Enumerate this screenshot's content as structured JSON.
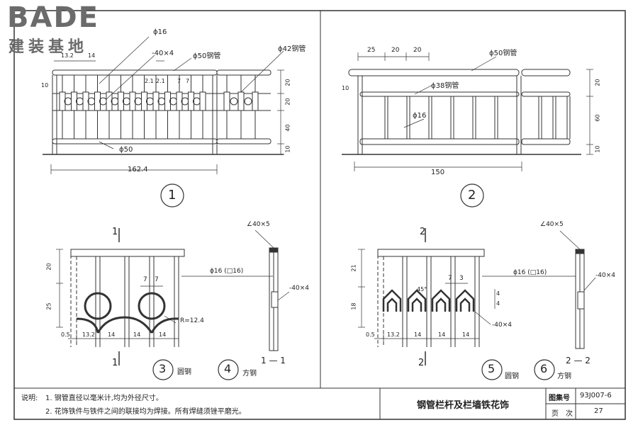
{
  "logo": {
    "brand": "BADE",
    "subtitle": "建装基地"
  },
  "panel1": {
    "label": "1",
    "dims": {
      "d_top": "ϕ16",
      "bar_top": "-40×4",
      "tube": "ϕ50钢管",
      "tube42": "ϕ42钢管",
      "top_spacing_a": "13.2",
      "top_spacing_b": "14",
      "gap_a": "2.1",
      "gap_b": "2.1",
      "gap_c": "7",
      "gap_d": "7",
      "bottom": "ϕ50",
      "width": "162.4",
      "h1": "10",
      "v1": "20",
      "v2": "20",
      "v3": "40",
      "v4": "10"
    }
  },
  "panel2": {
    "label": "2",
    "dims": {
      "s1": "25",
      "s2": "20",
      "s3": "20",
      "tube": "ϕ50钢管",
      "tube38": "ϕ38钢管",
      "rod": "ϕ16",
      "width": "150",
      "h1": "10",
      "v1": "20",
      "v2": "60",
      "v3": "10"
    }
  },
  "panel3": {
    "section_mark": "1",
    "section_mark_bottom": "1",
    "dims": {
      "h_top": "20",
      "h_mid": "25",
      "offset": "0.5",
      "w1": "13.2",
      "w2": "14",
      "w3": "14",
      "w4": "14",
      "gap1": "7",
      "gap2": "7",
      "radius": "R=12.4",
      "rod": "ϕ16 (□16)"
    },
    "num3": "3",
    "num3_text": "圆钢",
    "num4": "4",
    "num4_text": "方钢"
  },
  "panel4": {
    "angle": "∠40×5",
    "bar": "-40×4",
    "section": "1 — 1"
  },
  "panel5": {
    "section_mark": "2",
    "section_mark_bottom": "2",
    "dims": {
      "h_top": "21",
      "h_mid": "18",
      "offset": "0.5",
      "w1": "13.2",
      "w2": "14",
      "w3": "14",
      "w4": "14",
      "gap1": "7",
      "gap2": "3",
      "angle": "45°",
      "small1": "4",
      "small2": "4",
      "bar": "-40×4",
      "rod": "ϕ16 (□16)"
    },
    "num5": "5",
    "num5_text": "圆钢",
    "num6": "6",
    "num6_text": "方钢"
  },
  "panel6": {
    "angle": "∠40×5",
    "bar": "-40×4",
    "section": "2 — 2"
  },
  "notes": {
    "label": "说明:",
    "line1": "1.  钢管直径以毫米计,均为外径尺寸。",
    "line2": "2.  花饰铁件与铁件之间的联接均为焊接。所有焊缝须锉平磨光。"
  },
  "title_block": {
    "title": "钢管栏杆及栏墙铁花饰",
    "atlas_label": "图集号",
    "atlas_value": "93J007-6",
    "page_label": "页　次",
    "page_value": "27"
  }
}
